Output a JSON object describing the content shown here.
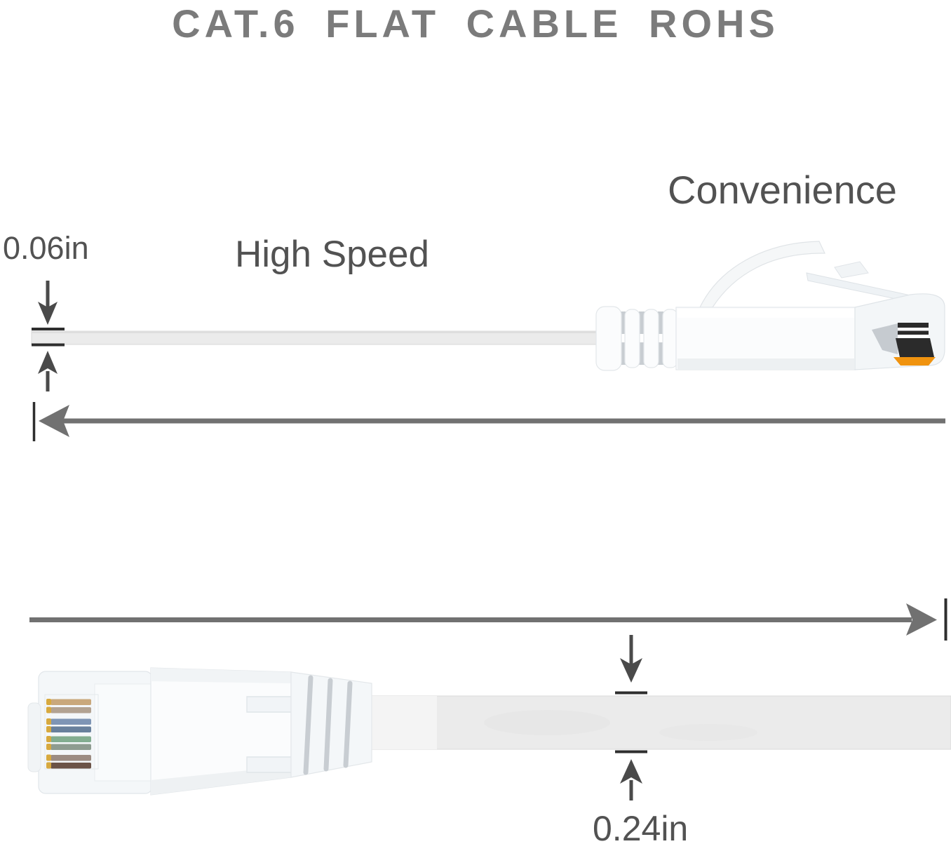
{
  "title": "CAT.6 FLAT CABLE ROHS",
  "labels": {
    "convenience": "Convenience",
    "high_speed": "High Speed",
    "cable_thickness": "0.06in",
    "cable_width": "0.24in"
  },
  "icons": {
    "arrow_down": "down-arrow-icon",
    "arrow_up": "up-arrow-icon",
    "arrow_left": "left-measure-arrow-icon",
    "arrow_right": "right-measure-arrow-icon",
    "tick": "tick-mark"
  },
  "colors": {
    "background": "#ffffff",
    "title_gray": "#7b7b7b",
    "label_gray": "#525252",
    "measure_gray": "#717171",
    "tick_dark": "#2e2e2e",
    "arrow_dark": "#4a4a4a",
    "cable_fill": "#ebebeb",
    "cable_edge": "#d9d9d9",
    "connector_white": "#fbfcfd",
    "connector_outline": "#e3e7ea",
    "rib_gap": "#c8cdd2",
    "contact_black": "#2b2b2b",
    "wire_orange": "#f0930f",
    "gold_pin": "#d7a93e"
  },
  "wires": [
    "#c9a87c",
    "#b2a292",
    "#7e95b5",
    "#68809c",
    "#83ad90",
    "#8e9c90",
    "#9c8c82",
    "#6b5347"
  ]
}
